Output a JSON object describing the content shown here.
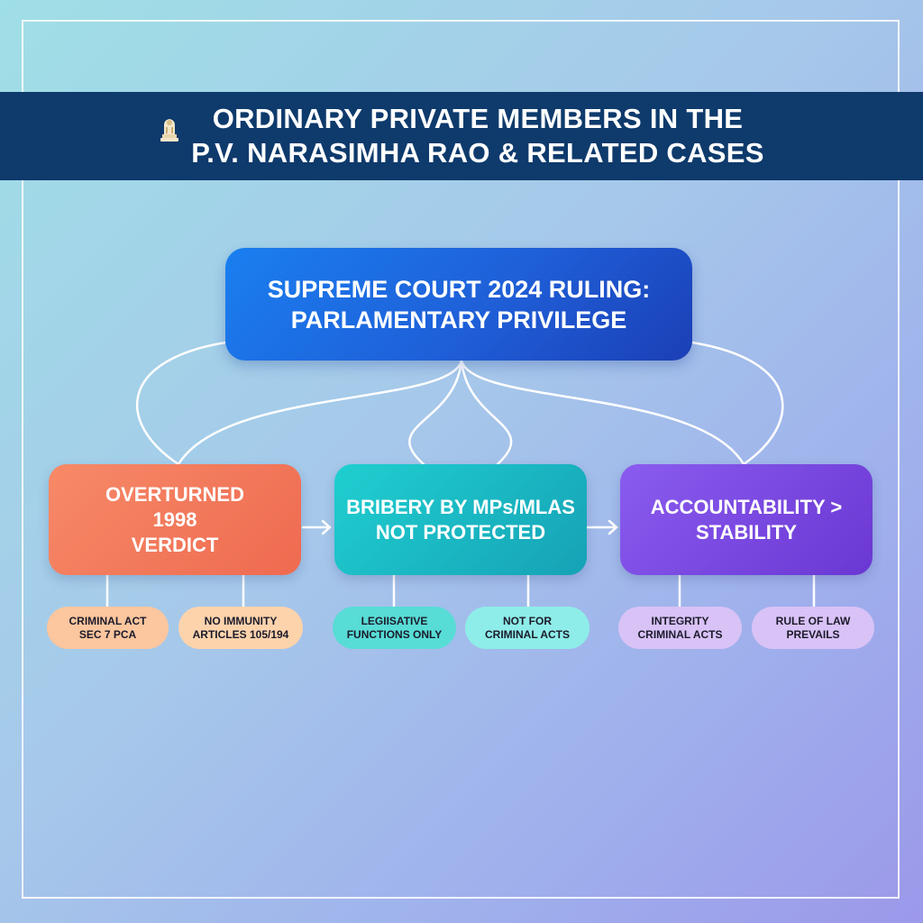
{
  "header": {
    "title_line1": "ORDINARY PRIVATE MEMBERS IN THE",
    "title_line2": "P.V. NARASIMHA RAO & RELATED CASES",
    "emblem_icon": "national-emblem-icon"
  },
  "top_node": {
    "line1": "SUPREME COURT 2024 RULING:",
    "line2": "PARLAMENTARY PRIVILEGE"
  },
  "nodes": [
    {
      "lines": [
        "OVERTURNED",
        "1998",
        "VERDICT"
      ],
      "color": "#ef6a50",
      "pills": [
        {
          "line1": "CRIMINAL ACT",
          "line2": "SEC 7 PCA"
        },
        {
          "line1": "NO IMMUNITY",
          "line2": "ARTICLES 105/194"
        }
      ]
    },
    {
      "lines": [
        "BRIBERY BY MPs/MLAS",
        "NOT PROTECTED"
      ],
      "color": "#16a2b6",
      "pills": [
        {
          "line1": "LEGIISATIVE",
          "line2": "FUNCTIONS ONLY"
        },
        {
          "line1": "NOT FOR",
          "line2": "CRIMINAL ACTS"
        }
      ]
    },
    {
      "lines": [
        "ACCOUNTABILITY >",
        "STABILITY"
      ],
      "color": "#6a37d2",
      "pills": [
        {
          "line1": "INTEGRITY",
          "line2": "CRIMINAL ACTS"
        },
        {
          "line1": "RULE OF LAW",
          "line2": "PREVAILS"
        }
      ]
    }
  ],
  "colors": {
    "banner": "#0e3a6c",
    "top_node": "#1f5fd8",
    "connector": "#ffffff"
  }
}
